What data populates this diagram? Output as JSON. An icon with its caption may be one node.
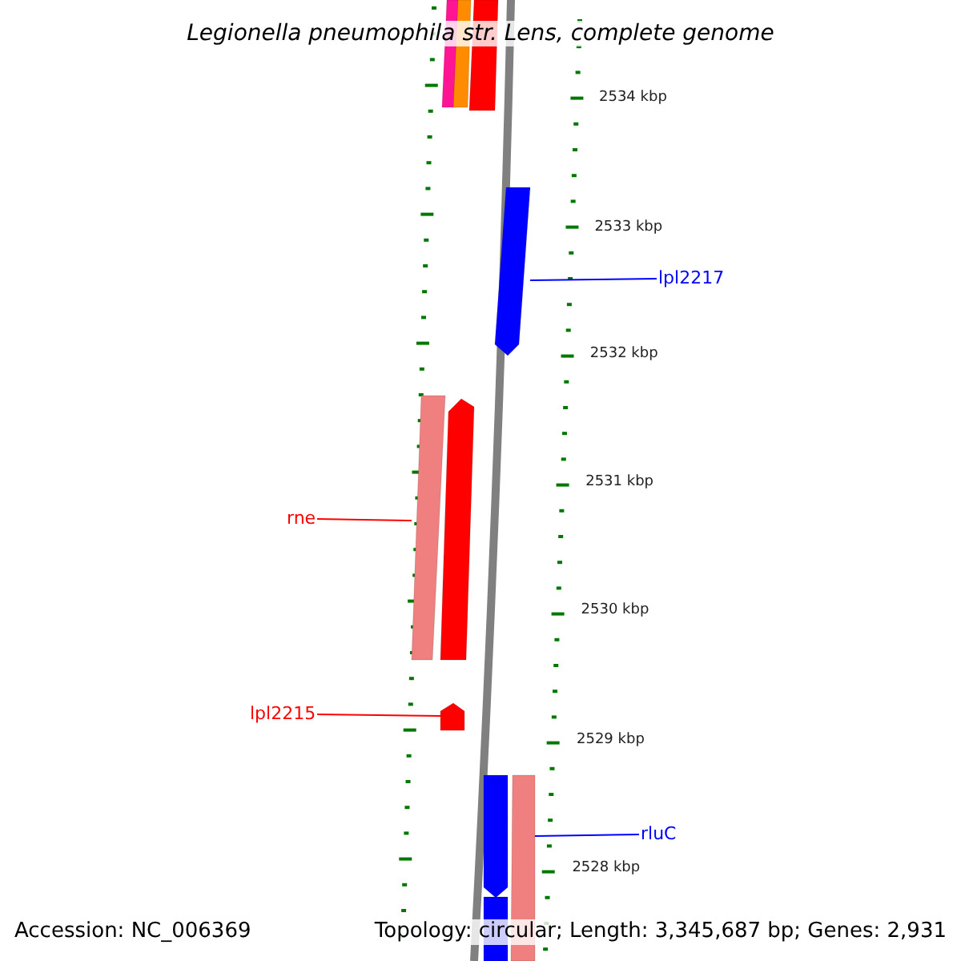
{
  "diagram": {
    "title": "Legionella pneumophila str. Lens, complete genome",
    "nodes": [
      {
        "text": [],
        "shape": "bar"
      },
      {
        "text": [],
        "shape": "bar"
      },
      {
        "text": [],
        "shape": "bar"
      },
      {
        "text": [],
        "shape": "bar"
      },
      {
        "text": [
          "lpl2217"
        ]
      },
      {
        "text": [],
        "shape": "bar"
      },
      {
        "text": [],
        "shape": "bar"
      },
      {
        "text": [
          "rne"
        ]
      },
      {
        "text": [
          "lpl2215"
        ]
      },
      {
        "text": [],
        "shape": "bar"
      },
      {
        "text": [],
        "shape": "bar"
      },
      {
        "text": [],
        "shape": "bar"
      },
      {
        "text": [
          "rluC"
        ]
      }
    ],
    "edges": [
      {
        "from": 4,
        "to": 3,
        "arrow": "none",
        "color": "#0000ff"
      },
      {
        "from": 7,
        "to": 5,
        "arrow": "none",
        "color": "#ff0000"
      },
      {
        "from": 8,
        "to": 9,
        "arrow": "none",
        "color": "#ff0000"
      },
      {
        "from": 12,
        "to": 11,
        "arrow": "none",
        "color": "#0000ff"
      }
    ],
    "labels": [
      "2534 kbp",
      "2533 kbp",
      "2532 kbp",
      "2531 kbp",
      "2530 kbp",
      "2529 kbp",
      "2528 kbp",
      "Accession: NC_006369",
      "Topology: circular; Length: 3,345,687 bp; Genes: 2,931"
    ]
  }
}
